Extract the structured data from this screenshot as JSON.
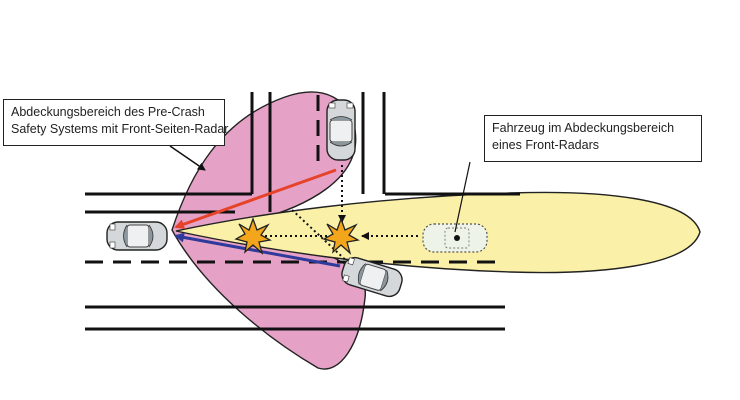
{
  "callouts": {
    "left": {
      "line1": "Abdeckungsbereich des Pre-Crash",
      "line2": "Safety Systems mit Front-Seiten-Radar"
    },
    "right": {
      "line1": "Fahrzeug im Abdeckungsbereich",
      "line2": "eines Front-Radars"
    }
  },
  "colors": {
    "side_radar_zone": "#e6a1c6",
    "front_radar_zone": "#faf0a8",
    "red_arrow": "#e5432a",
    "blue_arrow": "#2e3b9a",
    "collision_burst": "#f3a51b",
    "road_lines": "#111111"
  },
  "icons": {
    "collision": "collision-burst-icon",
    "car": "car-top-view-icon"
  }
}
